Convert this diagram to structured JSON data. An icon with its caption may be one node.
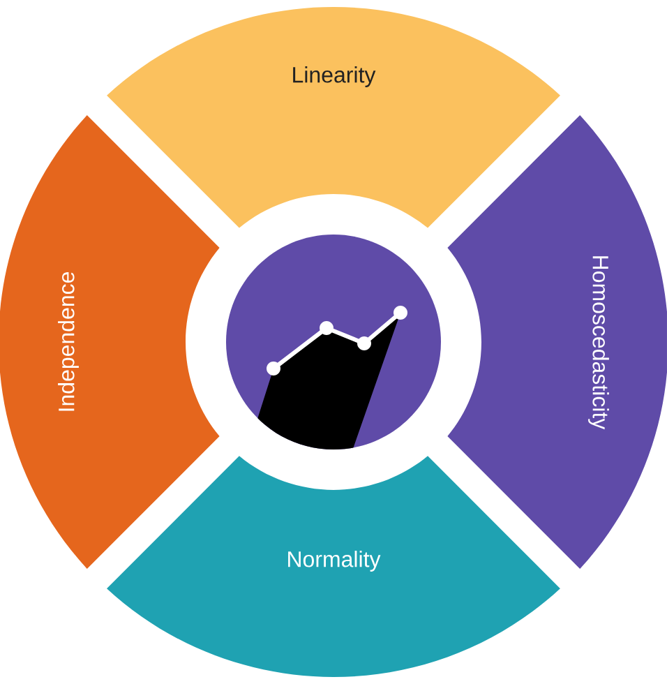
{
  "diagram": {
    "nodes": [
      {
        "text": [
          "Linearity"
        ]
      },
      {
        "text": [
          "Homoscedasticity"
        ]
      },
      {
        "text": [
          "Normality"
        ]
      },
      {
        "text": [
          "Independence"
        ]
      }
    ]
  }
}
